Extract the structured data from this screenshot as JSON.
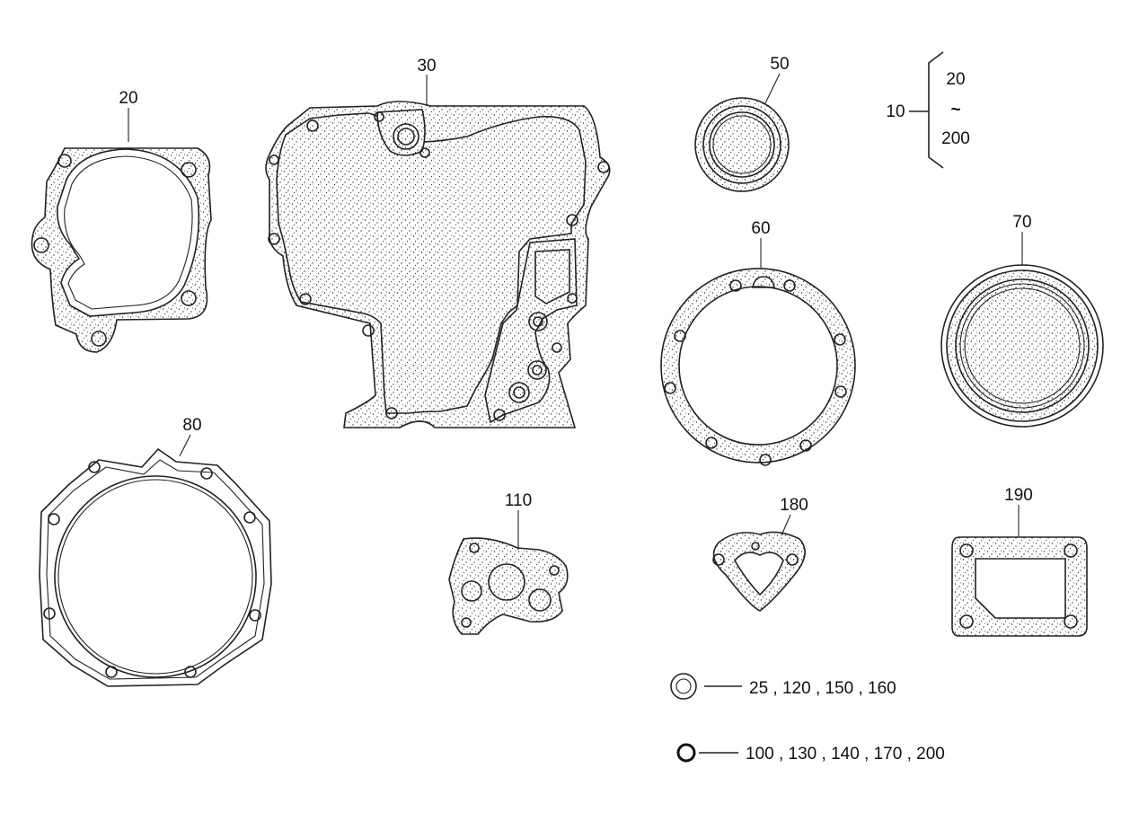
{
  "parts": {
    "p20": "20",
    "p30": "30",
    "p50": "50",
    "p60": "60",
    "p70": "70",
    "p80": "80",
    "p110": "110",
    "p180": "180",
    "p190": "190"
  },
  "kit": {
    "label": "10",
    "from": "20",
    "tilde": "~",
    "to": "200"
  },
  "legend": {
    "small_ring_numbers": "25 , 120 , 150 , 160",
    "oring_numbers": "100 , 130 , 140 , 170 , 200"
  }
}
